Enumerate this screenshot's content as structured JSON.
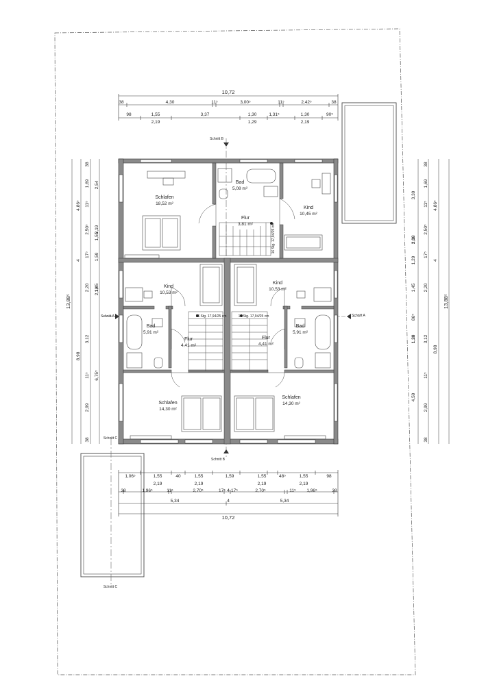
{
  "rooms": {
    "top_schlafen": {
      "name": "Schlafen",
      "area": "18,52 m²"
    },
    "top_bad": {
      "name": "Bad",
      "area": "5,08 m²"
    },
    "top_kind": {
      "name": "Kind",
      "area": "10,45 m²"
    },
    "top_flur": {
      "name": "Flur",
      "area": "3,81 m²"
    },
    "left_kind": {
      "name": "Kind",
      "area": "10,53 m²"
    },
    "right_kind": {
      "name": "Kind",
      "area": "10,53 m²"
    },
    "left_bad": {
      "name": "Bad",
      "area": "5,91 m²"
    },
    "right_bad": {
      "name": "Bad",
      "area": "5,91 m²"
    },
    "left_flur": {
      "name": "Flur",
      "area": "4,41 m²"
    },
    "right_flur": {
      "name": "Flur",
      "area": "4,41 m²"
    },
    "left_schlafen": {
      "name": "Schlafen",
      "area": "14,30 m²"
    },
    "right_schlafen": {
      "name": "Schlafen",
      "area": "14,30 m²"
    }
  },
  "stairs": {
    "top": "16 Stg. 17,94/25 cm",
    "left": "16 Stg. 17,94/25 cm",
    "right": "16 Stg. 17,94/25 cm"
  },
  "sections": {
    "b_top": "Schnitt B",
    "b_bottom": "Schnitt B",
    "a_left": "Schnitt A",
    "a_right": "Schnitt A",
    "c_left": "Schnitt C",
    "c_bottom": "Schnitt C"
  },
  "dims_top": {
    "total": "10,72",
    "row2": [
      "38",
      "4,30",
      "11⁵",
      "3,00⁵",
      "11⁵",
      "2,42⁵",
      "38"
    ],
    "row3_upper": [
      "98",
      "1,55",
      "3,37",
      "1,30",
      "1,31⁵",
      "1,30",
      "90⁵"
    ],
    "row3_lower": [
      "2,19",
      "1,29",
      "2,19"
    ]
  },
  "dims_bottom": {
    "row1_upper": [
      "1,06⁵",
      "1,55",
      "40",
      "1,55",
      "1,59",
      "1,55",
      "48⁵",
      "1,55",
      "98"
    ],
    "row1_lower": [
      "2,19",
      "2,19",
      "2,19",
      "2,19"
    ],
    "row2": [
      "38",
      "1,96⁵",
      "11⁵",
      "2,70⁵",
      "17⁵",
      "4",
      "17⁵",
      "2,70⁵",
      "11⁵",
      "1,96⁵",
      "38"
    ],
    "row3": [
      "5,34",
      "4",
      "5,34"
    ],
    "total": "10,72"
  },
  "dims_left": {
    "total": "13,88⁵",
    "outer": [
      "4,86⁵",
      "4",
      "8,98"
    ],
    "col2": [
      "38",
      "1,69",
      "11⁵",
      "2,50⁵",
      "17⁵",
      "2,20",
      "3,12",
      "11⁵",
      "2,99",
      "38"
    ],
    "col3": [
      "2,54",
      "2,19",
      "1,55",
      "1,59",
      "1,45",
      "2,19",
      "6,75⁵"
    ]
  },
  "dims_right": {
    "total": "13,88⁵",
    "outer": [
      "4,86⁵",
      "4",
      "8,98"
    ],
    "col2": [
      "38",
      "1,69",
      "11⁵",
      "2,50⁵",
      "17⁵",
      "2,20",
      "3,12",
      "11⁵",
      "2,99",
      "38"
    ],
    "col3": [
      "3,39",
      "1,00",
      "2,19",
      "1,29",
      "1,45",
      "86⁵",
      "1,30",
      "1,29",
      "4,59"
    ]
  }
}
